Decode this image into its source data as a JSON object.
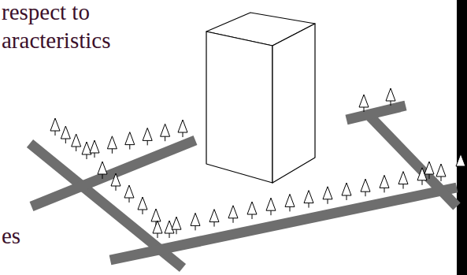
{
  "diagram": {
    "labels": [
      "respect to",
      "aracteristics",
      "es"
    ]
  }
}
